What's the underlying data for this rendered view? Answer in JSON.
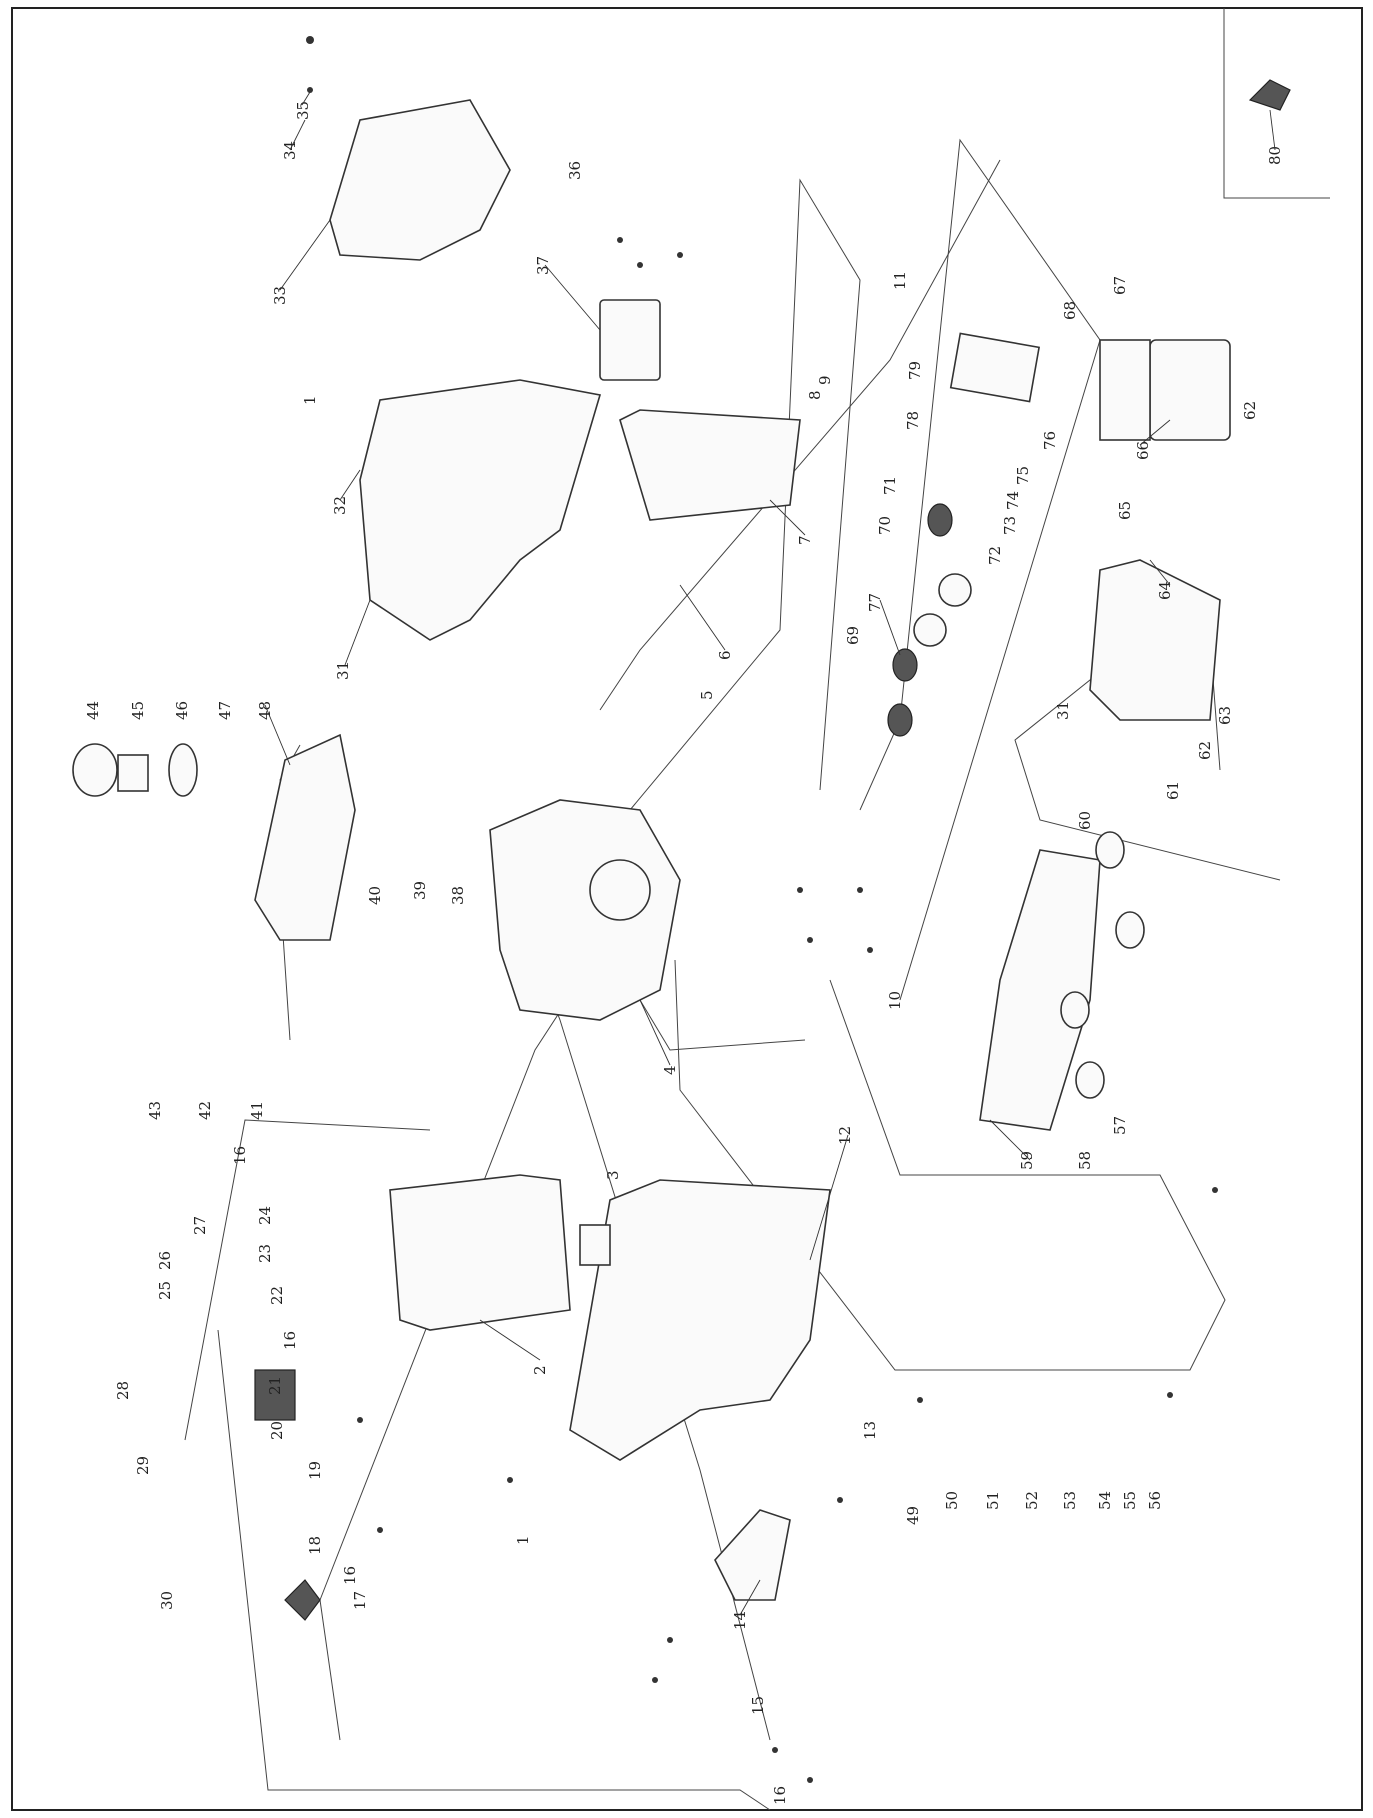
{
  "diagram": {
    "orientation": "rotated-90-ccw",
    "parts": [
      "1",
      "2",
      "3",
      "4",
      "5",
      "6",
      "7",
      "8",
      "9",
      "10",
      "11",
      "12",
      "13",
      "14",
      "15",
      "16",
      "17",
      "18",
      "19",
      "20",
      "21",
      "22",
      "23",
      "24",
      "25",
      "26",
      "27",
      "28",
      "29",
      "30",
      "31",
      "32",
      "33",
      "34",
      "35",
      "36",
      "37",
      "38",
      "39",
      "40",
      "41",
      "42",
      "43",
      "44",
      "45",
      "46",
      "47",
      "48",
      "49",
      "50",
      "51",
      "52",
      "53",
      "54",
      "55",
      "56",
      "57",
      "58",
      "59",
      "60",
      "61",
      "62",
      "63",
      "64",
      "65",
      "66",
      "67",
      "68",
      "69",
      "70",
      "71",
      "72",
      "73",
      "74",
      "75",
      "76",
      "77",
      "78",
      "79",
      "80"
    ],
    "extra_labels": {
      "l1b": "1",
      "l16b": "16",
      "l16c": "16",
      "l16d": "16",
      "l31b": "31",
      "l62b": "62"
    }
  }
}
